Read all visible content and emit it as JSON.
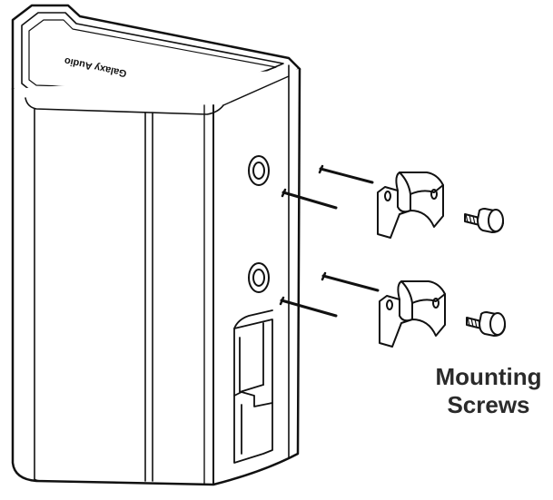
{
  "diagram": {
    "brand_logo_text": "Galaxy Audio",
    "callout": {
      "line1": "Mounting",
      "line2": "Screws"
    },
    "colors": {
      "stroke": "#111111",
      "fill": "#ffffff",
      "text": "#2a2a2a"
    },
    "icons": [
      "speaker-cabinet",
      "wood-screw",
      "mounting-bracket",
      "thumb-screw"
    ]
  }
}
